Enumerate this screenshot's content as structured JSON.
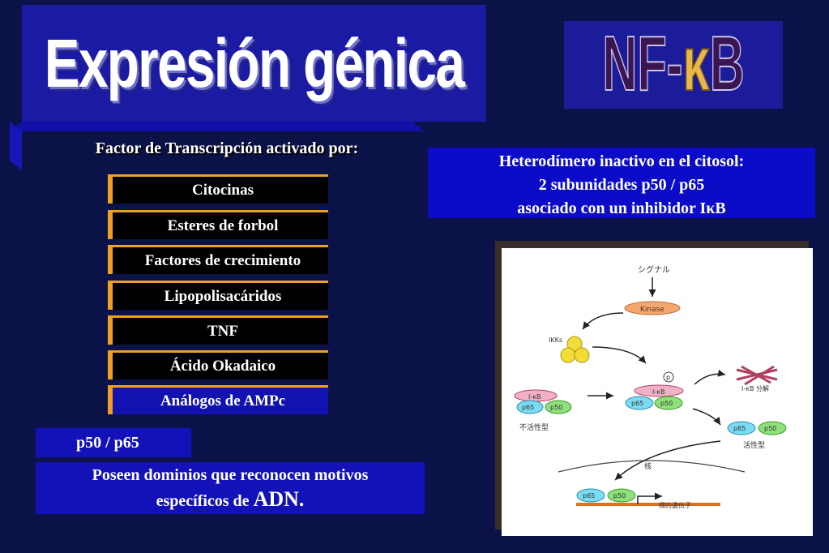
{
  "title": "Expresión génica",
  "nfkb": {
    "prefix": "NF-",
    "kappa": "κ",
    "suffix": "B"
  },
  "factor_heading": "Factor de Transcripción activado por:",
  "activators": [
    "Citocinas",
    "Esteres de forbol",
    "Factores de crecimiento",
    "Lipopolisacáridos",
    "TNF",
    "Ácido Okadaico",
    "Análogos de AMPc"
  ],
  "heterodimer": {
    "line1": "Heterodímero inactivo en el citosol:",
    "line2": "2 subunidades p50 / p65",
    "line3": "asociado con un inhibidor IκB"
  },
  "p50_p65_label": "p50 / p65",
  "dominios": {
    "line1": "Poseen dominios que reconocen motivos",
    "line2": "específicos de",
    "adn": "ADN."
  },
  "diagram": {
    "signal": "シグナル",
    "kinase": "Kinase",
    "ikks": "IKKs",
    "ikb": "I-κB",
    "p": "p",
    "p65": "p65",
    "p50": "p50",
    "inactive": "不活性型",
    "degradation": "I-κB 分解",
    "active": "活性型",
    "nucleus": "核",
    "target_gene": "標的遺伝子"
  },
  "colors": {
    "background": "#0b1247",
    "accent_orange": "#f0a020",
    "box_blue": "#1212b8"
  }
}
